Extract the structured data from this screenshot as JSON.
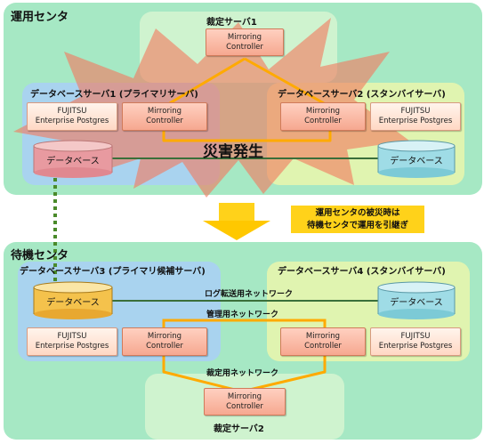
{
  "sites": {
    "primary": {
      "title": "運用センタ"
    },
    "standby": {
      "title": "待機センタ"
    }
  },
  "servers": {
    "judge1": {
      "title": "裁定サーバ1"
    },
    "db1": {
      "title": "データベースサーバ1 (プライマリサーバ)"
    },
    "db2": {
      "title": "データベースサーバ2 (スタンバイサーバ)"
    },
    "db3": {
      "title": "データベースサーバ3 (プライマリ候補サーバ)"
    },
    "db4": {
      "title": "データベースサーバ4 (スタンバイサーバ)"
    },
    "judge2": {
      "title": "裁定サーバ2"
    }
  },
  "components": {
    "mc_line1": "Mirroring",
    "mc_line2": "Controller",
    "fj_line1": "FUJITSU",
    "fj_line2": "Enterprise Postgres",
    "database": "データベース"
  },
  "networks": {
    "log_transfer": "ログ転送用ネットワーク",
    "management": "管理用ネットワーク",
    "arbitration": "裁定用ネットワーク"
  },
  "disaster": {
    "label": "災害発生"
  },
  "note": {
    "line1": "運用センタの被災時は",
    "line2": "待機センタで運用を引継ぎ"
  },
  "colors": {
    "site_bg": "#a6e8c4",
    "judge_bg": "#cff3cf",
    "primary_server_bg": "#a9d3ef",
    "standby_server_bg": "#e0f4b0",
    "orange_line": "#ffaa00",
    "disaster_fill": "#f27a60",
    "note_bg": "#ffd21a"
  }
}
